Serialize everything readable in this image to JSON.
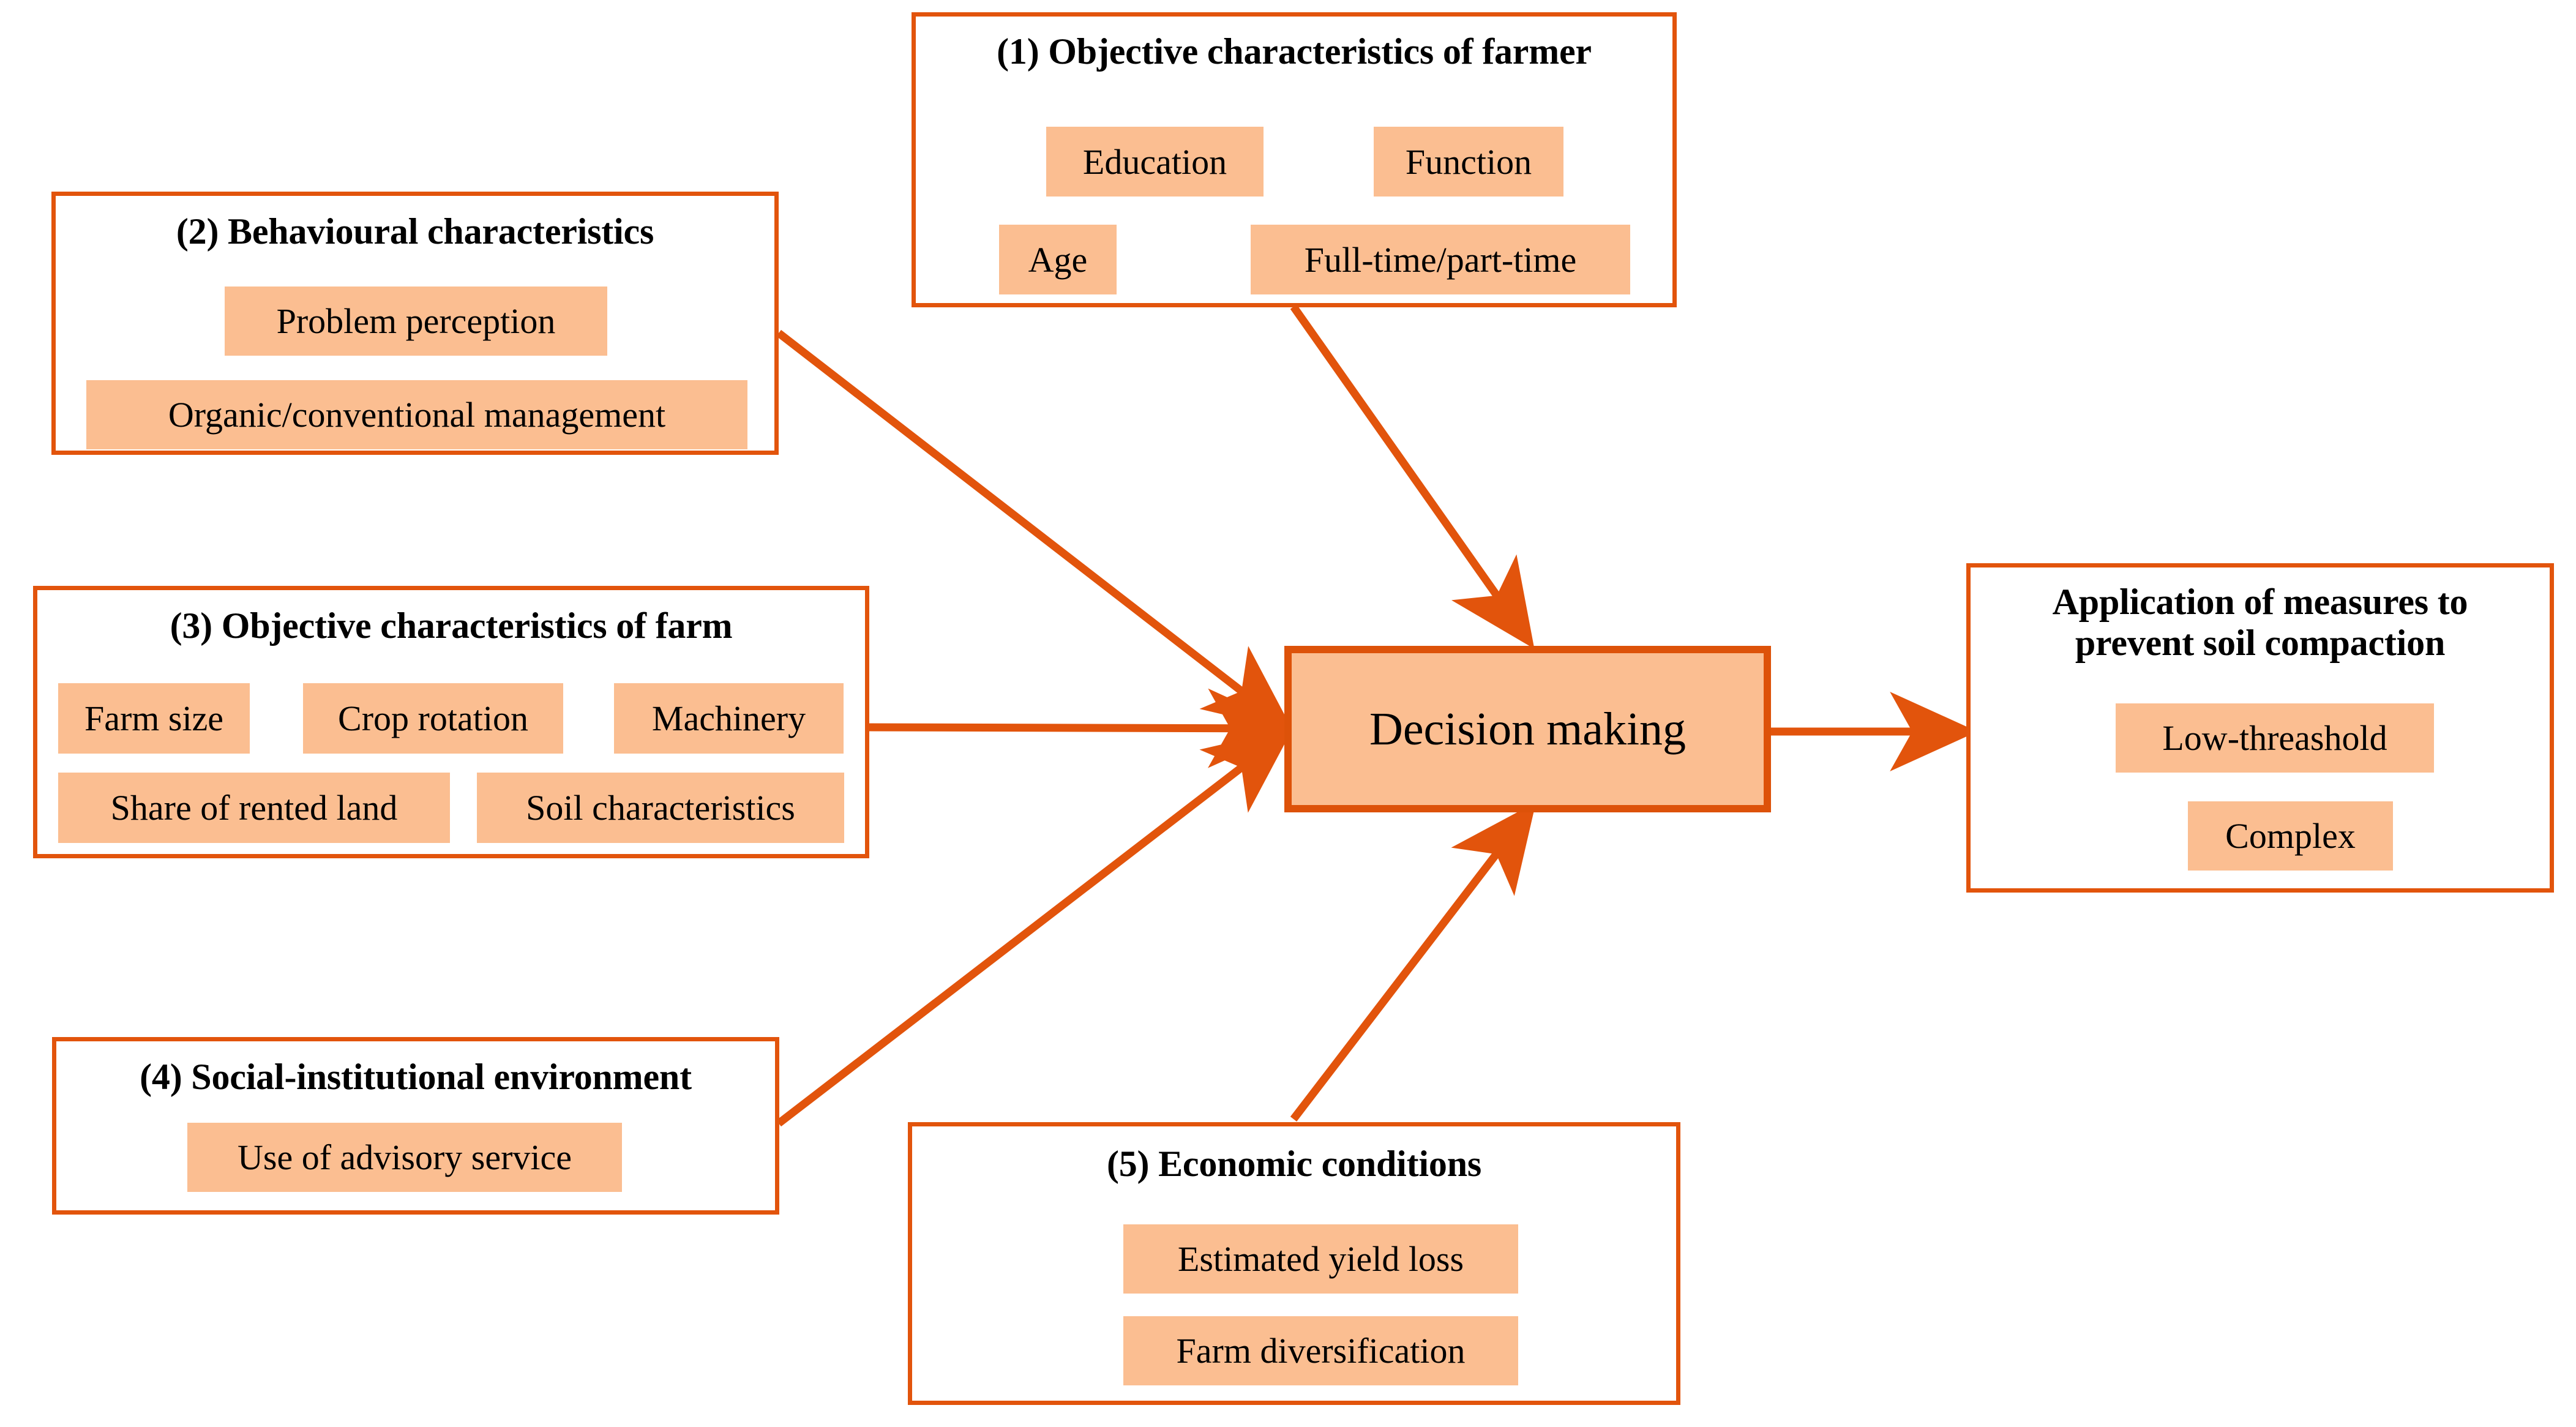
{
  "diagram": {
    "title_internal": "Factors influencing farmers' decision making on soil compaction prevention",
    "colors": {
      "box_border": "#E2540C",
      "node_border": "#DD5209",
      "chip_fill": "#FBBE91",
      "arrow": "#E2540C",
      "background": "#FFFFFF",
      "text": "#000000"
    },
    "groups": [
      {
        "id": "objective-characteristics-of-farmer",
        "title": "(1) Objective characteristics of farmer",
        "chips": [
          "Education",
          "Function",
          "Age",
          "Full-time/part-time"
        ]
      },
      {
        "id": "behavioural-characteristics",
        "title": "(2) Behavioural characteristics",
        "chips": [
          "Problem perception",
          "Organic/conventional management"
        ]
      },
      {
        "id": "objective-characteristics-of-farm",
        "title": "(3) Objective characteristics of farm",
        "chips": [
          "Farm size",
          "Crop rotation",
          "Machinery",
          "Share of rented land",
          "Soil characteristics"
        ]
      },
      {
        "id": "social-institutional-environment",
        "title": "(4) Social-institutional environment",
        "chips": [
          "Use of advisory service"
        ]
      },
      {
        "id": "economic-conditions",
        "title": "(5) Economic conditions",
        "chips": [
          "Estimated yield loss",
          "Farm diversification"
        ]
      }
    ],
    "center_node": {
      "label": "Decision making"
    },
    "outcome": {
      "title_line_1": "Application of measures to",
      "title_line_2": "prevent soil compaction",
      "chips": [
        "Low-threashold",
        "Complex"
      ]
    },
    "arrows": [
      {
        "from": "objective-characteristics-of-farmer",
        "to": "center_node"
      },
      {
        "from": "behavioural-characteristics",
        "to": "center_node"
      },
      {
        "from": "objective-characteristics-of-farm",
        "to": "center_node"
      },
      {
        "from": "social-institutional-environment",
        "to": "center_node"
      },
      {
        "from": "economic-conditions",
        "to": "center_node"
      },
      {
        "from": "center_node",
        "to": "outcome"
      }
    ]
  }
}
